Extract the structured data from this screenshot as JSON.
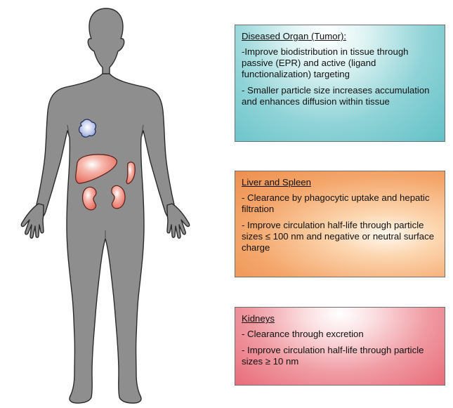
{
  "figure": {
    "body_color": "#8e8e8e",
    "tumor_color": "#8e9fd5",
    "organ_color": "#e76c5f",
    "organ_highlight": "#ffffff"
  },
  "boxes": {
    "tumor": {
      "title": "Diseased Organ (Tumor):",
      "lines": [
        "-Improve biodistribution in tissue through passive (EPR) and active (ligand functionalization) targeting",
        "- Smaller particle size increases accumulation and enhances diffusion within tissue"
      ],
      "color": "#62c1c6"
    },
    "liver": {
      "title": "Liver and Spleen",
      "lines": [
        "- Clearance by phagocytic uptake and hepatic filtration",
        "- Improve circulation half-life through particle sizes ≤ 100 nm and negative or neutral surface charge"
      ],
      "color": "#ed8f4e"
    },
    "kidney": {
      "title": "Kidneys",
      "lines": [
        "- Clearance through excretion",
        "- Improve circulation half-life through particle sizes ≥ 10 nm"
      ],
      "color": "#e86c79"
    }
  }
}
